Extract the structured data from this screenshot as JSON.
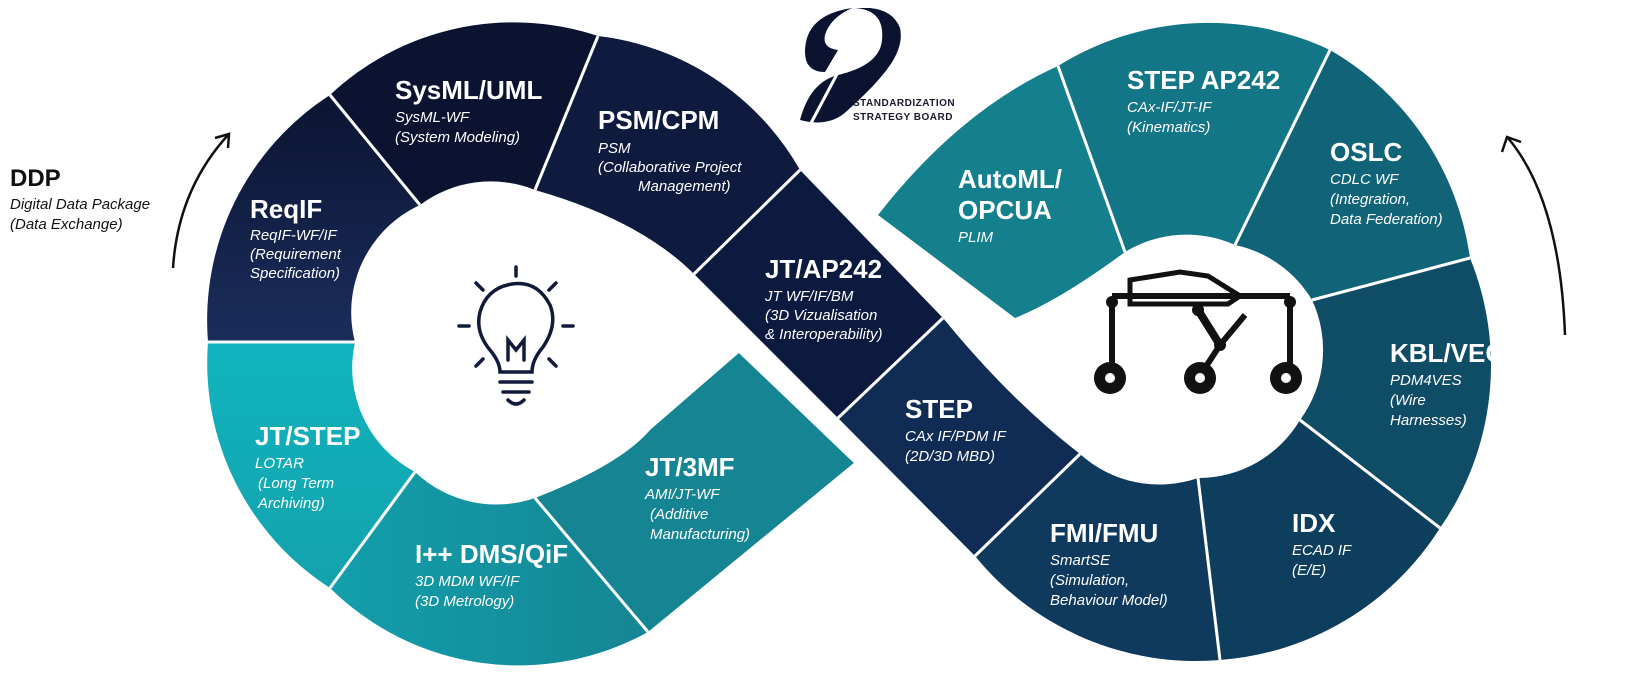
{
  "logo": {
    "line1": "STANDARDIZATION",
    "line2": "STRATEGY BOARD"
  },
  "ddp": {
    "title": "DDP",
    "line1": "Digital Data Package",
    "line2": "(Data Exchange)"
  },
  "segments": [
    {
      "key": "sysml",
      "title": "SysML/UML",
      "lines": [
        "SysML-WF",
        "(System Modeling)"
      ]
    },
    {
      "key": "psm",
      "title": "PSM/CPM",
      "lines": [
        "PSM",
        "(Collaborative Project",
        "Management)"
      ]
    },
    {
      "key": "reqif",
      "title": "ReqIF",
      "lines": [
        "ReqIF-WF/IF",
        "(Requirement",
        "Specification)"
      ]
    },
    {
      "key": "jtap242",
      "title": "JT/AP242",
      "lines": [
        "JT WF/IF/BM",
        "(3D Vizualisation",
        "& Interoperability)"
      ]
    },
    {
      "key": "jtstep",
      "title": "JT/STEP",
      "lines": [
        "LOTAR",
        "(Long Term",
        "Archiving)"
      ]
    },
    {
      "key": "jt3mf",
      "title": "JT/3MF",
      "lines": [
        "AMI/JT-WF",
        "(Additive",
        "Manufacturing)"
      ]
    },
    {
      "key": "dms",
      "title": "I++ DMS/QiF",
      "lines": [
        "3D MDM WF/IF",
        "(3D Metrology)"
      ]
    },
    {
      "key": "step",
      "title": "STEP",
      "lines": [
        "CAx IF/PDM IF",
        "(2D/3D MBD)"
      ]
    },
    {
      "key": "fmi",
      "title": "FMI/FMU",
      "lines": [
        "SmartSE",
        "(Simulation,",
        "Behaviour Model)"
      ]
    },
    {
      "key": "idx",
      "title": "IDX",
      "lines": [
        "ECAD IF",
        "(E/E)"
      ]
    },
    {
      "key": "kbl",
      "title": "KBL/VEC",
      "lines": [
        "PDM4VES",
        "(Wire",
        "Harnesses)"
      ]
    },
    {
      "key": "oslc",
      "title": "OSLC",
      "lines": [
        "CDLC WF",
        "(Integration,",
        "Data Federation)"
      ]
    },
    {
      "key": "stepap242",
      "title": "STEP AP242",
      "lines": [
        "CAx-IF/JT-IF",
        "(Kinematics)"
      ]
    },
    {
      "key": "automl",
      "title": "AutoML/",
      "lines": [
        "PLIM"
      ],
      "title2": "OPCUA"
    }
  ],
  "colors": {
    "navy": "#0f1b3d",
    "navy_dark": "#0a1230",
    "teal_light": "#12aab5",
    "teal_mid": "#168c99",
    "teal_dark": "#115a72",
    "steel": "#0e4963",
    "divider": "#ffffff"
  },
  "icons": {
    "center_left": "lightbulb-icon",
    "center_right": "rover-icon",
    "logo": "ssb-logo-icon",
    "arrow_left": "curved-arrow-up-icon",
    "arrow_right": "curved-arrow-up-icon"
  }
}
